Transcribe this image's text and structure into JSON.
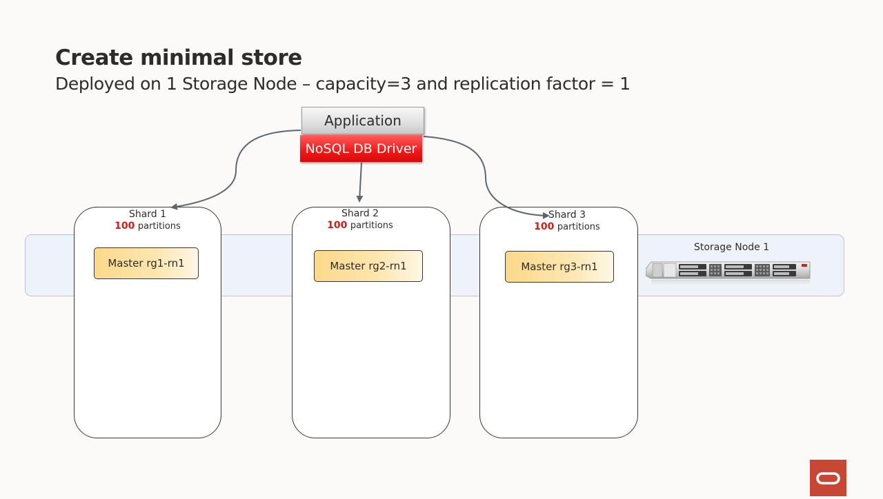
{
  "title": "Create minimal store",
  "subtitle": "Deployed on 1 Storage Node – capacity=3 and replication factor = 1",
  "application": {
    "label": "Application"
  },
  "driver": {
    "label": "NoSQL DB Driver"
  },
  "storage_node": {
    "label": "Storage Node 1",
    "icon": "server-rack-icon"
  },
  "shards": [
    {
      "label": "Shard 1",
      "partitions": "100",
      "partitions_label": "partitions",
      "master": "Master rg1-rn1"
    },
    {
      "label": "Shard 2",
      "partitions": "100",
      "partitions_label": "partitions",
      "master": "Master rg2-rn1"
    },
    {
      "label": "Shard 3",
      "partitions": "100",
      "partitions_label": "partitions",
      "master": "Master rg3-rn1"
    }
  ],
  "colors": {
    "accent_red": "#cc1f1a",
    "driver_red": "#f01818",
    "master_fill": "#fbd98a",
    "storage_band": "#eef3f9",
    "logo": "#c74634"
  }
}
